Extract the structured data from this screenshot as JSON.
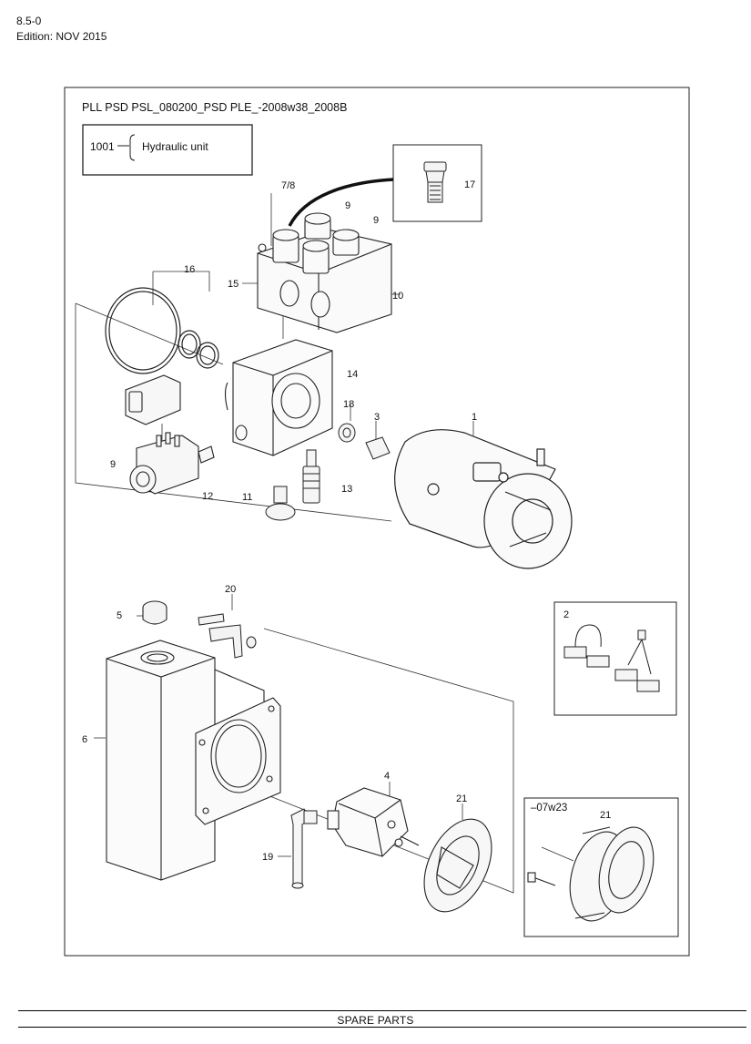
{
  "header": {
    "page_code": "8.5-0",
    "edition": "Edition: NOV 2015"
  },
  "diagram": {
    "title": "PLL PSD PSL_080200_PSD PLE_-2008w38_2008B",
    "legend_code": "1001",
    "legend_label": "Hydraulic unit",
    "callouts": {
      "c1": "1",
      "c2": "2",
      "c3": "3",
      "c4": "4",
      "c5": "5",
      "c6": "6",
      "c78": "7/8",
      "c9a": "9",
      "c9b": "9",
      "c9c": "9",
      "c10": "10",
      "c11": "11",
      "c12": "12",
      "c13": "13",
      "c14": "14",
      "c15": "15",
      "c16": "16",
      "c17": "17",
      "c18": "18",
      "c19": "19",
      "c20": "20",
      "c21a": "21",
      "c21b": "21"
    },
    "inset_variant_label": "–07w23"
  },
  "footer": {
    "section": "SPARE PARTS"
  }
}
